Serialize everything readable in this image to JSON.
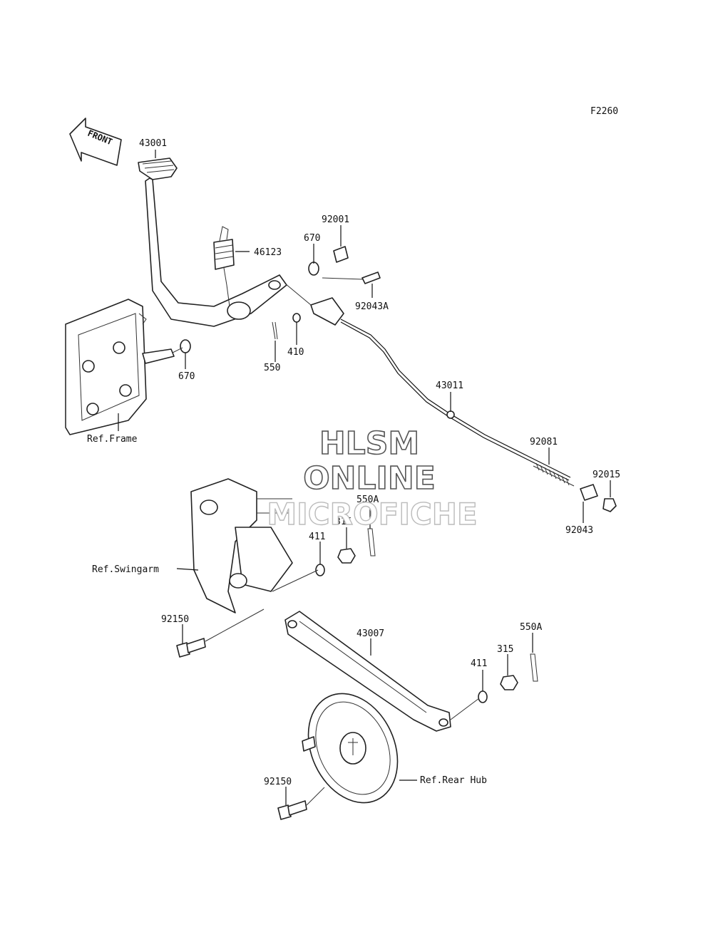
{
  "figure_code": "F2260",
  "front_arrow_label": "FRONT",
  "watermark": {
    "line1": "HLSM",
    "line2": "ONLINE",
    "line3": "MICROFICHE"
  },
  "labels": {
    "brake_pedal": "43001",
    "return_spring": "46123",
    "oring_upper": "670",
    "oring_lower": "670",
    "washer_pin": "92001",
    "pin_92043a": "92043A",
    "washer_410": "410",
    "cotter_550": "550",
    "brake_rod": "43011",
    "rod_spring": "92081",
    "nut_92015": "92015",
    "joint_92043": "92043",
    "cotter_550a_upper": "550A",
    "nut_315_upper": "315",
    "washer_411_upper": "411",
    "bolt_92150_upper": "92150",
    "torque_link": "43007",
    "cotter_550a_lower": "550A",
    "nut_315_lower": "315",
    "washer_411_lower": "411",
    "bolt_92150_lower": "92150"
  },
  "references": {
    "frame": "Ref.Frame",
    "swingarm": "Ref.Swingarm",
    "rear_hub": "Ref.Rear Hub"
  }
}
